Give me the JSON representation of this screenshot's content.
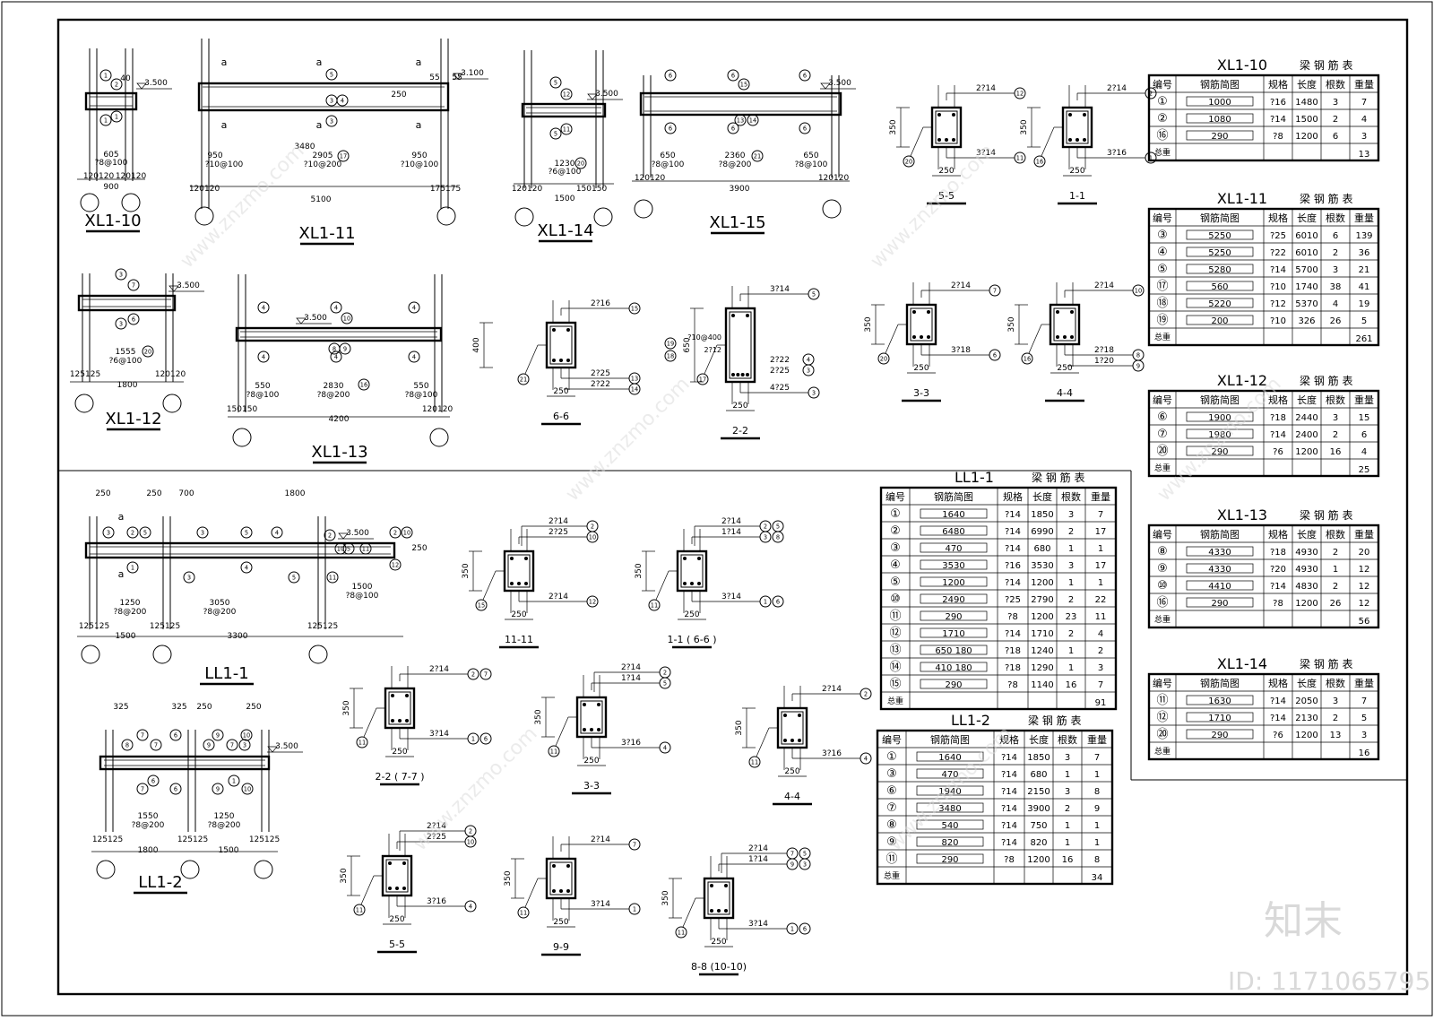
{
  "watermark": {
    "brand": "知末",
    "id": "ID: 1171065795",
    "site": "www.znzmo.com"
  },
  "beams": {
    "xl1_10": {
      "title": "XL1-10",
      "marks": [
        "1",
        "1",
        "2",
        "1"
      ],
      "elev": "3.500",
      "dims": [
        "40",
        "605",
        "?8@100",
        "120120",
        "120120",
        "900"
      ]
    },
    "xl1_11": {
      "title": "XL1-11",
      "marks": [
        "a",
        "a",
        "a",
        "a",
        "a",
        "a",
        "5",
        "3",
        "4",
        "3",
        "17"
      ],
      "elev": "3.100",
      "dims": [
        "55",
        "55",
        "250",
        "950",
        "3480",
        "2905",
        "950",
        "?10@100",
        "?10@200",
        "?10@100",
        "120120",
        "175175",
        "5100"
      ]
    },
    "xl1_14": {
      "title": "XL1-14",
      "marks": [
        "5",
        "5",
        "12",
        "11",
        "20"
      ],
      "elev": "3.500",
      "dims": [
        "1230",
        "?6@100",
        "120120",
        "150150",
        "1500"
      ]
    },
    "xl1_15": {
      "title": "XL1-15",
      "marks": [
        "6",
        "6",
        "6",
        "6",
        "6",
        "6",
        "15",
        "13",
        "14",
        "21"
      ],
      "elev": "3.500",
      "dims": [
        "650",
        "2360",
        "650",
        "?8@100",
        "?8@200",
        "?8@100",
        "120120",
        "120120",
        "3900"
      ]
    },
    "xl1_12": {
      "title": "XL1-12",
      "marks": [
        "3",
        "3",
        "7",
        "6",
        "20"
      ],
      "elev": "3.500",
      "dims": [
        "1555",
        "?6@100",
        "125125",
        "120120",
        "1800"
      ]
    },
    "xl1_13": {
      "title": "XL1-13",
      "marks": [
        "4",
        "4",
        "4",
        "4",
        "4",
        "4",
        "10",
        "8",
        "9",
        "16"
      ],
      "elev": "3.500",
      "dims": [
        "550",
        "2830",
        "550",
        "?8@100",
        "?8@200",
        "?8@100",
        "150150",
        "120120",
        "4200"
      ]
    },
    "ll1_1": {
      "title": "LL1-1",
      "marks": [
        "3",
        "2",
        "5",
        "3",
        "5",
        "4",
        "2",
        "10",
        "5",
        "11",
        "2",
        "10",
        "1",
        "3",
        "4",
        "5",
        "11",
        "12",
        "a",
        "a"
      ],
      "elev": "3.500",
      "dims": [
        "250",
        "250",
        "700",
        "1800",
        "250",
        "1250",
        "?8@200",
        "3050",
        "?8@200",
        "1500",
        "?8@100",
        "125125",
        "125125",
        "125125",
        "1500",
        "3300"
      ]
    },
    "ll1_2": {
      "title": "LL1-2",
      "marks": [
        "8",
        "7",
        "7",
        "6",
        "9",
        "7",
        "3",
        "9",
        "10",
        "6",
        "1",
        "7",
        "6",
        "9",
        "10"
      ],
      "elev": "3.500",
      "dims": [
        "325",
        "325",
        "250",
        "250",
        "1550",
        "?8@200",
        "1250",
        "?8@200",
        "125125",
        "125125",
        "125125",
        "1800",
        "1500"
      ]
    }
  },
  "sections": {
    "s5_5a": {
      "title": "5-5",
      "width": "250",
      "height": "350",
      "top": "2?14",
      "topmark": "12",
      "bottom": "3?14",
      "botmark": "11",
      "stirrup": "20"
    },
    "s1_1a": {
      "title": "1-1",
      "width": "250",
      "height": "350",
      "top": "2?14",
      "topmark": "2",
      "bottom": "3?16",
      "botmark": "1",
      "stirrup": "16"
    },
    "s6_6": {
      "title": "6-6",
      "width": "250",
      "height": "400",
      "top": "2?16",
      "topmark": "15",
      "bottom": "2?25",
      "botmark": "13",
      "bottom2": "2?22",
      "botmark2": "14",
      "stirrup": "21"
    },
    "s2_2": {
      "title": "2-2",
      "width": "250",
      "height": "650",
      "top": "3?14",
      "topmark": "5",
      "mid1": "2?22",
      "midmark1": "4",
      "mid2": "2?25",
      "midmark2": "3",
      "bottom": "4?25",
      "botmark": "3",
      "side": "?10@400",
      "sidemark": "19",
      "side2": "2?12",
      "sidemark2": "18",
      "stirrup": "17"
    },
    "s3_3a": {
      "title": "3-3",
      "width": "250",
      "height": "350",
      "top": "2?14",
      "topmark": "7",
      "bottom": "3?18",
      "botmark": "6",
      "stirrup": "20"
    },
    "s4_4a": {
      "title": "4-4",
      "width": "250",
      "height": "350",
      "top": "2?14",
      "topmark": "10",
      "bottom": "2?18",
      "botmark": "8",
      "bottom2": "1?20",
      "botmark2": "9",
      "stirrup": "16"
    },
    "s11_11": {
      "title": "11-11",
      "width": "250",
      "height": "350",
      "top": "2?25",
      "topmark": "10",
      "top2": "2?14",
      "topmark2": "2",
      "bottom": "2?14",
      "botmark": "12",
      "stirrup": "15"
    },
    "s1_1b": {
      "title": "1-1 ( 6-6 )",
      "width": "250",
      "height": "350",
      "top": "1?14",
      "topmark": "3",
      "topmarkb": "8",
      "top2": "2?14",
      "topmark2": "2",
      "topmark2b": "5",
      "bottom": "3?14",
      "botmark": "1",
      "botmarkb": "6",
      "stirrup": "11"
    },
    "s2_2b": {
      "title": "2-2 ( 7-7 )",
      "width": "250",
      "height": "350",
      "top": "2?14",
      "topmark": "2",
      "topmarkb": "7",
      "bottom": "3?14",
      "botmark": "1",
      "botmarkb": "6",
      "stirrup": "11"
    },
    "s3_3b": {
      "title": "3-3",
      "width": "250",
      "height": "350",
      "top": "1?14",
      "topmark": "5",
      "top2": "2?14",
      "topmark2": "2",
      "bottom": "3?16",
      "botmark": "4",
      "stirrup": "11"
    },
    "s4_4b": {
      "title": "4-4",
      "width": "250",
      "height": "350",
      "top": "2?14",
      "topmark": "2",
      "bottom": "3?16",
      "botmark": "4",
      "stirrup": "11"
    },
    "s5_5b": {
      "title": "5-5",
      "width": "250",
      "height": "350",
      "top": "2?25",
      "topmark": "10",
      "top2": "2?14",
      "topmark2": "2",
      "bottom": "3?16",
      "botmark": "4",
      "stirrup": "11"
    },
    "s9_9": {
      "title": "9-9",
      "width": "250",
      "height": "350",
      "top": "2?14",
      "topmark": "7",
      "bottom": "3?14",
      "botmark": "1",
      "stirrup": "11"
    },
    "s8_8": {
      "title": "8-8 (10-10)",
      "width": "250",
      "height": "350",
      "top": "1?14",
      "topmark": "9",
      "topmarkb": "3",
      "top2": "2?14",
      "topmark2": "7",
      "topmark2b": "5",
      "bottom": "3?14",
      "botmark": "1",
      "botmarkb": "6",
      "stirrup": "11"
    }
  },
  "tables": {
    "headers": [
      "编号",
      "钢筋简图",
      "规格",
      "长度",
      "根数",
      "重量"
    ],
    "total_label": "总重",
    "suffix": "梁 钢 筋 表",
    "xl1_10": {
      "name": "XL1-10",
      "rows": [
        [
          "①",
          "1000",
          "?16",
          "1480",
          "3",
          "7"
        ],
        [
          "②",
          "1080",
          "?14",
          "1500",
          "2",
          "4"
        ],
        [
          "⑯",
          "290",
          "?8",
          "1200",
          "6",
          "3"
        ]
      ],
      "total": "13"
    },
    "xl1_11": {
      "name": "XL1-11",
      "rows": [
        [
          "③",
          "5250",
          "?25",
          "6010",
          "6",
          "139"
        ],
        [
          "④",
          "5250",
          "?22",
          "6010",
          "2",
          "36"
        ],
        [
          "⑤",
          "5280",
          "?14",
          "5700",
          "3",
          "21"
        ],
        [
          "⑰",
          "560",
          "?10",
          "1740",
          "38",
          "41"
        ],
        [
          "⑱",
          "5220",
          "?12",
          "5370",
          "4",
          "19"
        ],
        [
          "⑲",
          "200",
          "?10",
          "326",
          "26",
          "5"
        ]
      ],
      "total": "261"
    },
    "xl1_12": {
      "name": "XL1-12",
      "rows": [
        [
          "⑥",
          "1900",
          "?18",
          "2440",
          "3",
          "15"
        ],
        [
          "⑦",
          "1980",
          "?14",
          "2400",
          "2",
          "6"
        ],
        [
          "⑳",
          "290",
          "?6",
          "1200",
          "16",
          "4"
        ]
      ],
      "total": "25"
    },
    "xl1_13": {
      "name": "XL1-13",
      "rows": [
        [
          "⑧",
          "4330",
          "?18",
          "4930",
          "2",
          "20"
        ],
        [
          "⑨",
          "4330",
          "?20",
          "4930",
          "1",
          "12"
        ],
        [
          "⑩",
          "4410",
          "?14",
          "4830",
          "2",
          "12"
        ],
        [
          "⑯",
          "290",
          "?8",
          "1200",
          "26",
          "12"
        ]
      ],
      "total": "56"
    },
    "xl1_14": {
      "name": "XL1-14",
      "rows": [
        [
          "⑪",
          "1630",
          "?14",
          "2050",
          "3",
          "7"
        ],
        [
          "⑫",
          "1710",
          "?14",
          "2130",
          "2",
          "5"
        ],
        [
          "⑳",
          "290",
          "?6",
          "1200",
          "13",
          "3"
        ]
      ],
      "total": "16"
    },
    "ll1_1": {
      "name": "LL1-1",
      "rows": [
        [
          "①",
          "1640",
          "?14",
          "1850",
          "3",
          "7"
        ],
        [
          "②",
          "6480",
          "?14",
          "6990",
          "2",
          "17"
        ],
        [
          "③",
          "470",
          "?14",
          "680",
          "1",
          "1"
        ],
        [
          "④",
          "3530",
          "?16",
          "3530",
          "3",
          "17"
        ],
        [
          "⑤",
          "1200",
          "?14",
          "1200",
          "1",
          "1"
        ],
        [
          "⑩",
          "2490",
          "?25",
          "2790",
          "2",
          "22"
        ],
        [
          "⑪",
          "290",
          "?8",
          "1200",
          "23",
          "11"
        ],
        [
          "⑫",
          "1710",
          "?14",
          "1710",
          "2",
          "4"
        ],
        [
          "⑬",
          "650 180",
          "?18",
          "1240",
          "1",
          "2"
        ],
        [
          "⑭",
          "410 180",
          "?18",
          "1290",
          "1",
          "3"
        ],
        [
          "⑮",
          "290",
          "?8",
          "1140",
          "16",
          "7"
        ]
      ],
      "total": "91"
    },
    "ll1_2": {
      "name": "LL1-2",
      "rows": [
        [
          "①",
          "1640",
          "?14",
          "1850",
          "3",
          "7"
        ],
        [
          "③",
          "470",
          "?14",
          "680",
          "1",
          "1"
        ],
        [
          "⑥",
          "1940",
          "?14",
          "2150",
          "3",
          "8"
        ],
        [
          "⑦",
          "3480",
          "?14",
          "3900",
          "2",
          "9"
        ],
        [
          "⑧",
          "540",
          "?14",
          "750",
          "1",
          "1"
        ],
        [
          "⑨",
          "820",
          "?14",
          "820",
          "1",
          "1"
        ],
        [
          "⑪",
          "290",
          "?8",
          "1200",
          "16",
          "8"
        ]
      ],
      "total": "34"
    }
  }
}
